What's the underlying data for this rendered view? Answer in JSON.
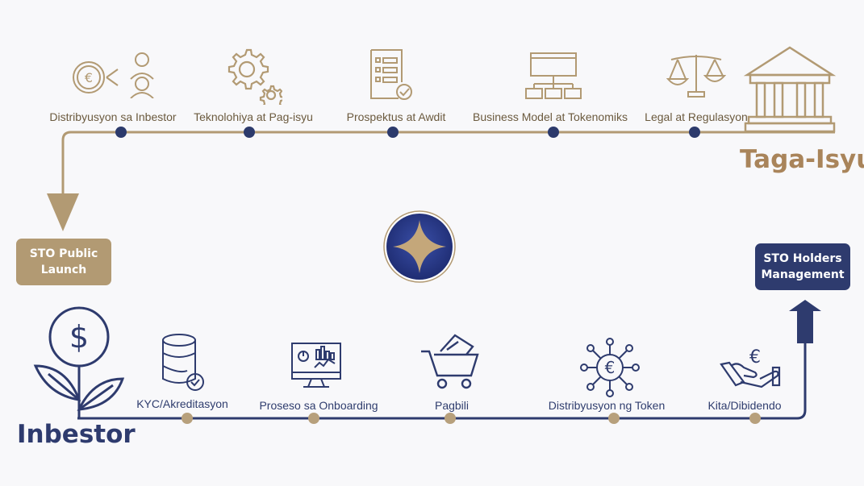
{
  "issuer": {
    "title": "Taga-Isyu",
    "steps": [
      {
        "label": "Distribyusyon sa Inbestor",
        "icon": "euro-coin-distribution-icon"
      },
      {
        "label": "Teknolohiya at Pag-isyu",
        "icon": "gears-icon"
      },
      {
        "label": "Prospektus at Awdit",
        "icon": "checklist-document-icon"
      },
      {
        "label": "Business Model at Tokenomiks",
        "icon": "org-chart-icon"
      },
      {
        "label": "Legal at Regulasyon",
        "icon": "scales-icon"
      }
    ]
  },
  "investor": {
    "title": "Inbestor",
    "steps": [
      {
        "label": "KYC/Akreditasyon",
        "icon": "database-check-icon"
      },
      {
        "label": "Proseso sa Onboarding",
        "icon": "monitor-analytics-icon"
      },
      {
        "label": "Pagbili",
        "icon": "shopping-cart-icon"
      },
      {
        "label": "Distribyusyon ng Token",
        "icon": "euro-network-icon"
      },
      {
        "label": "Kita/Dibidendo",
        "icon": "hand-euro-icon"
      }
    ]
  },
  "launch_box": {
    "line1": "STO Public",
    "line2": "Launch"
  },
  "holders_box": {
    "line1": "STO Holders",
    "line2": "Management"
  },
  "colors": {
    "gold": "#b29a73",
    "navy": "#2e3b6e",
    "dot_gold": "#b7a07c",
    "dot_navy": "#2c3a6c"
  }
}
